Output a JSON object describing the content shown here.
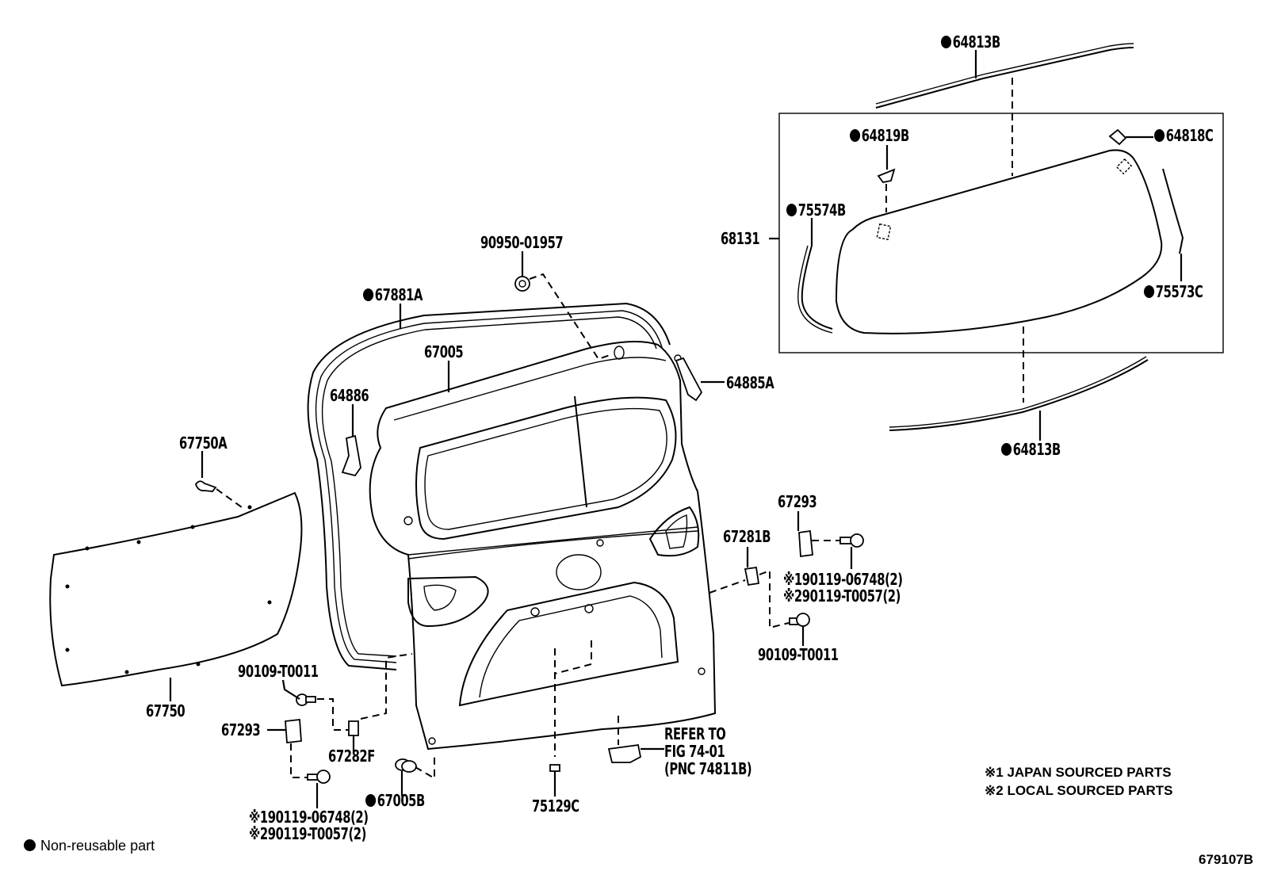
{
  "diagram": {
    "title_code": "679107B",
    "legend": {
      "symbol": "●",
      "text": "Non-reusable part"
    },
    "notes": [
      {
        "mark": "※1",
        "text": "JAPAN SOURCED PARTS"
      },
      {
        "mark": "※2",
        "text": "LOCAL SOURCED PARTS"
      }
    ],
    "parts": {
      "p64813B_top": {
        "code": "64813B",
        "non_reusable": true
      },
      "p64819B": {
        "code": "64819B",
        "non_reusable": true
      },
      "p64818C": {
        "code": "64818C",
        "non_reusable": true
      },
      "p75574B": {
        "code": "75574B",
        "non_reusable": true
      },
      "p68131": {
        "code": "68131",
        "non_reusable": false
      },
      "p75573C": {
        "code": "75573C",
        "non_reusable": true
      },
      "p64813B_bottom": {
        "code": "64813B",
        "non_reusable": true
      },
      "p90950_01957": {
        "code": "90950-01957",
        "non_reusable": false
      },
      "p67881A": {
        "code": "67881A",
        "non_reusable": true
      },
      "p67005": {
        "code": "67005",
        "non_reusable": false
      },
      "p64886": {
        "code": "64886",
        "non_reusable": false
      },
      "p64885A": {
        "code": "64885A",
        "non_reusable": false
      },
      "p67750A": {
        "code": "67750A",
        "non_reusable": false
      },
      "p67750": {
        "code": "67750",
        "non_reusable": false
      },
      "p67293_right": {
        "code": "67293",
        "non_reusable": false
      },
      "p67281B": {
        "code": "67281B",
        "non_reusable": false
      },
      "p90119_right_1": {
        "code": "※190119-06748(2)",
        "non_reusable": false
      },
      "p90119_right_2": {
        "code": "※290119-T0057(2)",
        "non_reusable": false
      },
      "p90109_right": {
        "code": "90109-T0011",
        "non_reusable": false
      },
      "p90109_left": {
        "code": "90109-T0011",
        "non_reusable": false
      },
      "p67293_left": {
        "code": "67293",
        "non_reusable": false
      },
      "p67282F": {
        "code": "67282F",
        "non_reusable": false
      },
      "p67005B": {
        "code": "67005B",
        "non_reusable": true
      },
      "p90119_left_1": {
        "code": "※190119-06748(2)",
        "non_reusable": false
      },
      "p90119_left_2": {
        "code": "※290119-T0057(2)",
        "non_reusable": false
      },
      "p75129C": {
        "code": "75129C",
        "non_reusable": false
      }
    },
    "reference": {
      "line1": "REFER TO",
      "line2": "FIG 74-01",
      "line3": "(PNC 74811B)"
    }
  }
}
